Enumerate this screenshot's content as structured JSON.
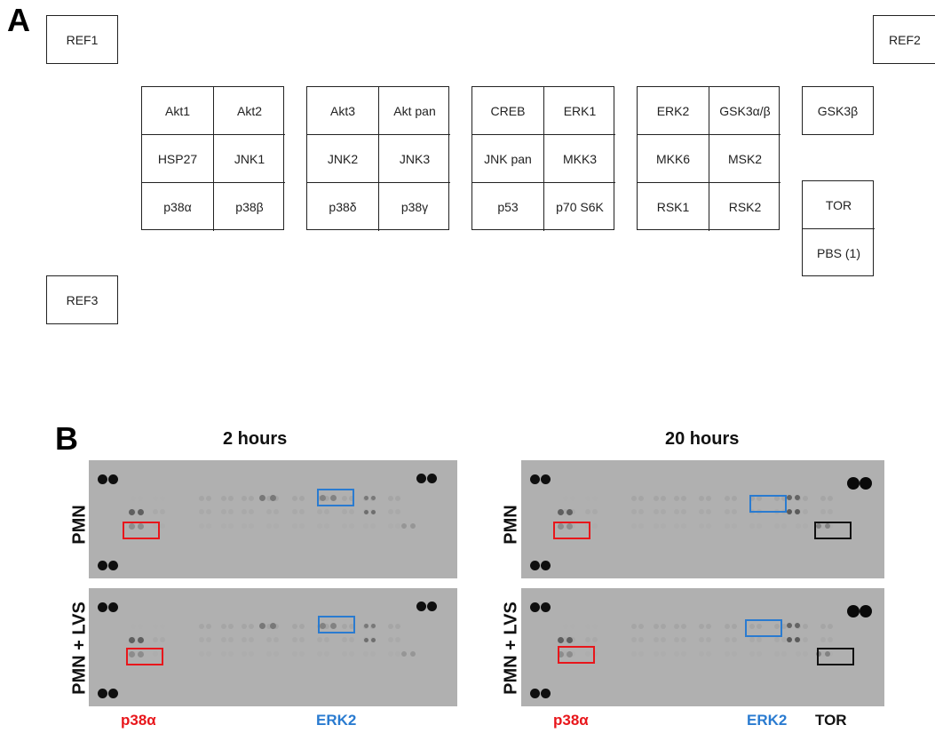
{
  "panel_a": {
    "letter": "A",
    "references": [
      "REF1",
      "REF2",
      "REF3"
    ],
    "groups": [
      [
        "Akt1",
        "Akt2",
        "HSP27",
        "JNK1",
        "p38α",
        "p38β"
      ],
      [
        "Akt3",
        "Akt pan",
        "JNK2",
        "JNK3",
        "p38δ",
        "p38γ"
      ],
      [
        "CREB",
        "ERK1",
        "JNK pan",
        "MKK3",
        "p53",
        "p70 S6K"
      ],
      [
        "ERK2",
        "GSK3α/β",
        "MKK6",
        "MSK2",
        "RSK1",
        "RSK2"
      ]
    ],
    "single": "GSK3β",
    "tor_pbs": [
      "TOR",
      "PBS (1)"
    ]
  },
  "panel_b": {
    "letter": "B",
    "columns": [
      "2 hours",
      "20 hours"
    ],
    "rows": [
      "PMN",
      "PMN + LVS"
    ],
    "labels_left": [
      {
        "text": "p38α",
        "color": "#e8161b"
      },
      {
        "text": "ERK2",
        "color": "#2a7bd0"
      }
    ],
    "labels_right": [
      {
        "text": "p38α",
        "color": "#e8161b"
      },
      {
        "text": "ERK2",
        "color": "#2a7bd0"
      },
      {
        "text": "TOR",
        "color": "#111111"
      }
    ]
  }
}
